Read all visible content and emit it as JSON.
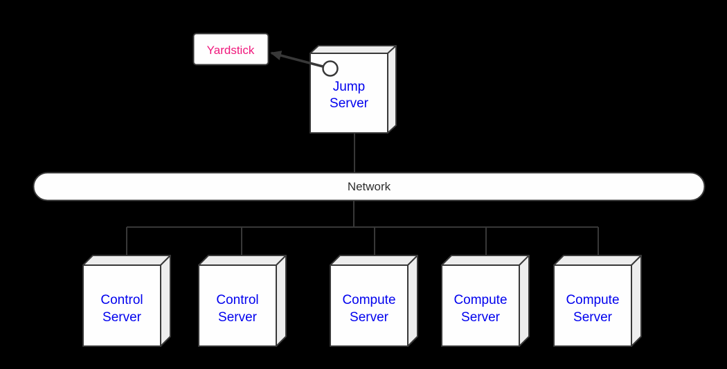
{
  "colors": {
    "background": "#000000",
    "line": "#383838",
    "node_face": "#fefefe",
    "node_shade": "#ededed",
    "node_label": "#0000ee",
    "network_label": "#2d2d2d",
    "yardstick_label": "#f0187c"
  },
  "nodes": {
    "yardstick": {
      "label": "Yardstick"
    },
    "jump_server": {
      "line1": "Jump",
      "line2": "Server"
    },
    "network": {
      "label": "Network"
    },
    "servers": [
      {
        "line1": "Control",
        "line2": "Server"
      },
      {
        "line1": "Control",
        "line2": "Server"
      },
      {
        "line1": "Compute",
        "line2": "Server"
      },
      {
        "line1": "Compute",
        "line2": "Server"
      },
      {
        "line1": "Compute",
        "line2": "Server"
      }
    ]
  }
}
